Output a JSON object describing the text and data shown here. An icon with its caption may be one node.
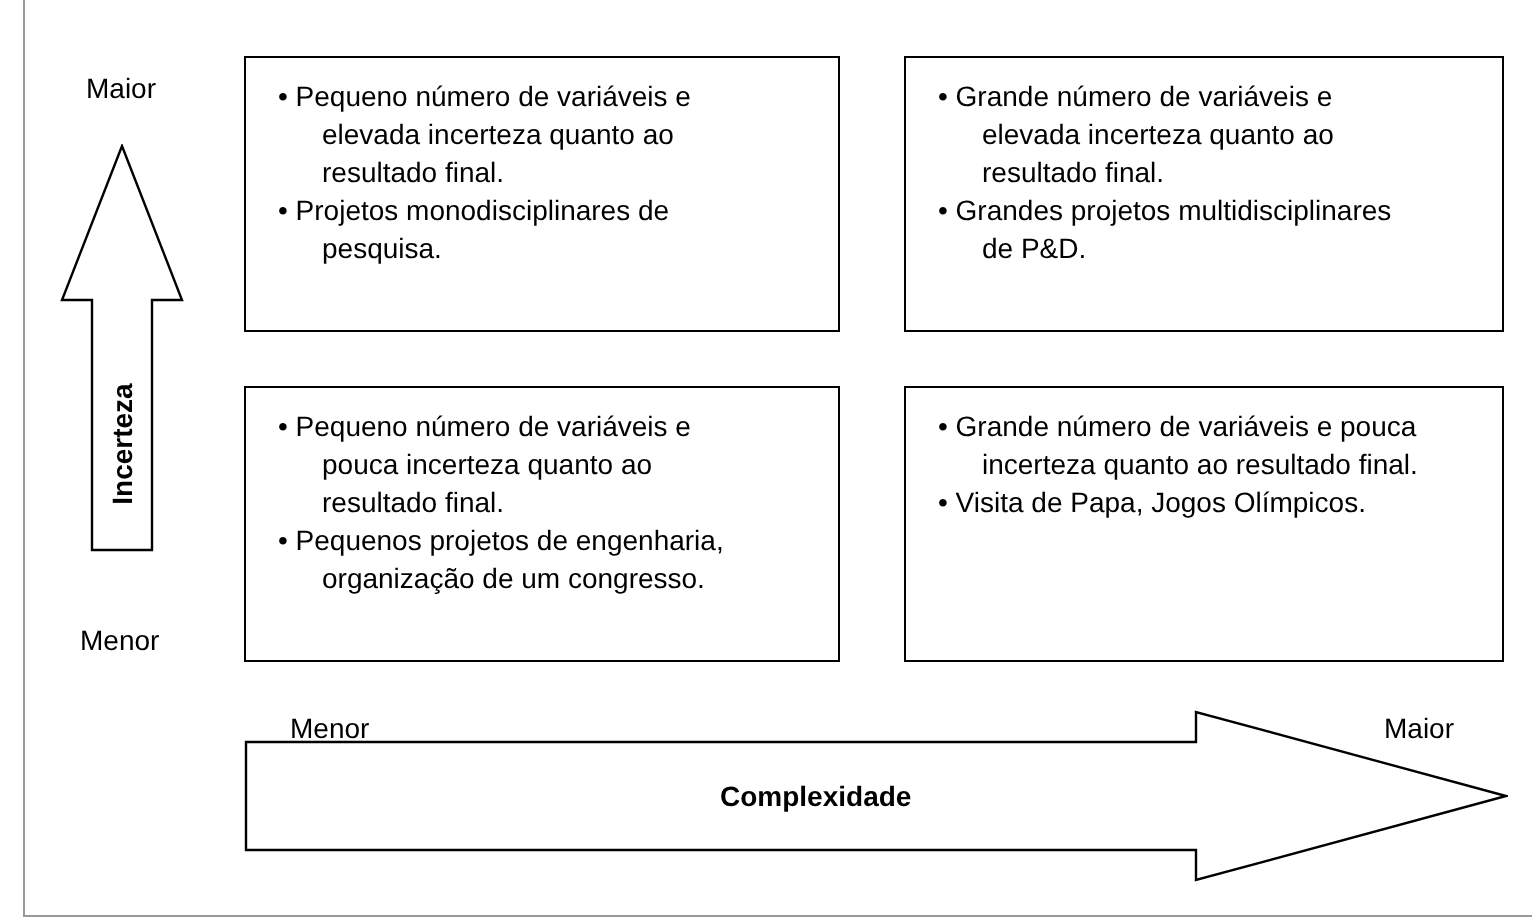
{
  "diagram": {
    "nodes": [
      {
        "text": [
          "• Pequeno número de variáveis e elevada incerteza quanto ao resultado final.",
          "• Projetos monodisciplinares de pesquisa."
        ]
      },
      {
        "text": [
          "• Grande número de variáveis e elevada incerteza quanto ao resultado final.",
          "• Grandes projetos multidisciplinares de P&D."
        ]
      },
      {
        "text": [
          "• Pequeno número de variáveis e pouca incerteza quanto ao resultado final.",
          "• Pequenos projetos de engenharia, organização de um congresso."
        ]
      },
      {
        "text": [
          "• Grande número de variáveis e pouca incerteza quanto ao resultado final.",
          "• Visita de Papa, Jogos Olímpicos."
        ]
      },
      {
        "text": [
          "Incerteza"
        ]
      },
      {
        "text": [
          "Complexidade"
        ]
      }
    ],
    "edges": [],
    "labels": [
      "Maior",
      "Menor",
      "Menor",
      "Maior"
    ]
  }
}
